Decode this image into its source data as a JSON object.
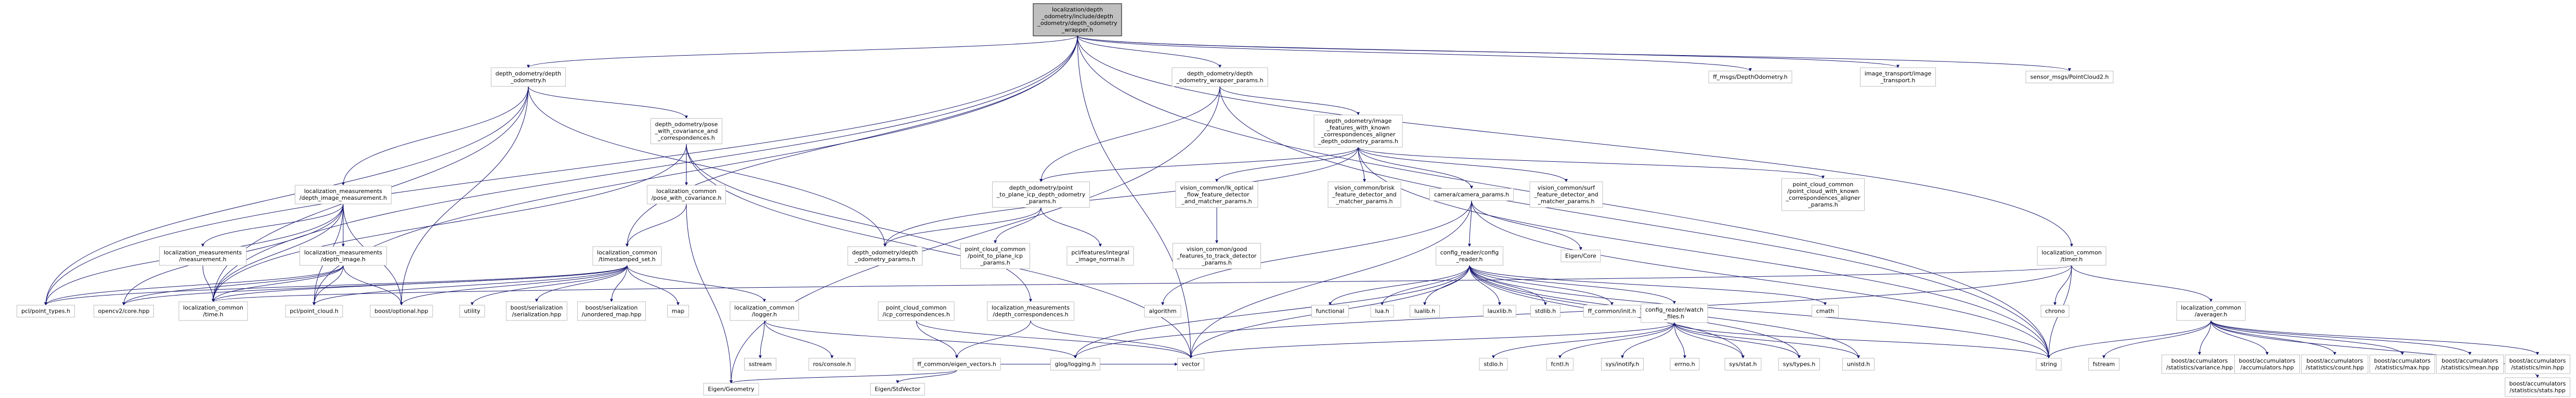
{
  "graph": {
    "colors": {
      "node_fill": "#ffffff",
      "node_stroke": "#bfbfbf",
      "root_fill": "#bfbfbf",
      "root_stroke": "#000000",
      "edge": "#191970",
      "text": "#000000"
    },
    "root": "localization/depth_odometry/include/depth_odometry/depth_odometry_wrapper.h",
    "nodes": [
      {
        "id": "root",
        "lines": [
          "localization/depth",
          "_odometry/include/depth",
          "_odometry/depth_odometry",
          "_wrapper.h"
        ],
        "root": true
      },
      {
        "id": "do_h",
        "lines": [
          "depth_odometry/depth",
          "_odometry.h"
        ]
      },
      {
        "id": "dowp_h",
        "lines": [
          "depth_odometry/depth",
          "_odometry_wrapper_params.h"
        ]
      },
      {
        "id": "ff_msgs",
        "lines": [
          "ff_msgs/DepthOdometry.h"
        ]
      },
      {
        "id": "img_transport",
        "lines": [
          "image_transport/image",
          "_transport.h"
        ]
      },
      {
        "id": "pc2",
        "lines": [
          "sensor_msgs/PointCloud2.h"
        ]
      },
      {
        "id": "pose_cov_corr",
        "lines": [
          "depth_odometry/pose",
          "_with_covariance_and",
          "_correspondences.h"
        ]
      },
      {
        "id": "ifwkca",
        "lines": [
          "depth_odometry/image",
          "_features_with_known",
          "_correspondences_aligner",
          "_depth_odometry_params.h"
        ]
      },
      {
        "id": "lm_dim",
        "lines": [
          "localization_measurements",
          "/depth_image_measurement.h"
        ]
      },
      {
        "id": "lc_pose_cov",
        "lines": [
          "localization_common",
          "/pose_with_covariance.h"
        ]
      },
      {
        "id": "ptp_icp",
        "lines": [
          "depth_odometry/point",
          "_to_plane_icp_depth_odometry",
          "_params.h"
        ]
      },
      {
        "id": "lk",
        "lines": [
          "vision_common/lk_optical",
          "_flow_feature_detector",
          "_and_matcher_params.h"
        ]
      },
      {
        "id": "brisk",
        "lines": [
          "vision_common/brisk",
          "_feature_detector_and",
          "_matcher_params.h"
        ]
      },
      {
        "id": "cam_params",
        "lines": [
          "camera/camera_params.h"
        ]
      },
      {
        "id": "surf",
        "lines": [
          "vision_common/surf",
          "_feature_detector_and",
          "_matcher_params.h"
        ]
      },
      {
        "id": "pcc_aligner",
        "lines": [
          "point_cloud_common",
          "/point_cloud_with_known",
          "_correspondences_aligner",
          "_params.h"
        ]
      },
      {
        "id": "lm_meas",
        "lines": [
          "localization_measurements",
          "/measurement.h"
        ]
      },
      {
        "id": "lm_dimg",
        "lines": [
          "localization_measurements",
          "/depth_image.h"
        ]
      },
      {
        "id": "lc_tss",
        "lines": [
          "localization_common",
          "/timestamped_set.h"
        ]
      },
      {
        "id": "do_params",
        "lines": [
          "depth_odometry/depth",
          "_odometry_params.h"
        ]
      },
      {
        "id": "pcc_ptp",
        "lines": [
          "point_cloud_common",
          "/point_to_plane_icp",
          "_params.h"
        ]
      },
      {
        "id": "pcl_integral",
        "lines": [
          "pcl/features/integral",
          "_image_normal.h"
        ]
      },
      {
        "id": "good_feat",
        "lines": [
          "vision_common/good",
          "_features_to_track_detector",
          "_params.h"
        ]
      },
      {
        "id": "cfg_reader",
        "lines": [
          "config_reader/config",
          "_reader.h"
        ]
      },
      {
        "id": "eigen_core",
        "lines": [
          "Eigen/Core"
        ]
      },
      {
        "id": "lc_timer",
        "lines": [
          "localization_common",
          "/timer.h"
        ]
      },
      {
        "id": "pcl_types",
        "lines": [
          "pcl/point_types.h"
        ]
      },
      {
        "id": "opencv",
        "lines": [
          "opencv2/core.hpp"
        ]
      },
      {
        "id": "lc_time",
        "lines": [
          "localization_common",
          "/time.h"
        ]
      },
      {
        "id": "pcl_cloud",
        "lines": [
          "pcl/point_cloud.h"
        ]
      },
      {
        "id": "boost_opt",
        "lines": [
          "boost/optional.hpp"
        ]
      },
      {
        "id": "utility",
        "lines": [
          "utility"
        ]
      },
      {
        "id": "bser",
        "lines": [
          "boost/serialization",
          "/serialization.hpp"
        ]
      },
      {
        "id": "bunord",
        "lines": [
          "boost/serialization",
          "/unordered_map.hpp"
        ]
      },
      {
        "id": "map",
        "lines": [
          "map"
        ]
      },
      {
        "id": "lc_logger",
        "lines": [
          "localization_common",
          "/logger.h"
        ]
      },
      {
        "id": "pcc_icp_corr",
        "lines": [
          "point_cloud_common",
          "/icp_correspondences.h"
        ]
      },
      {
        "id": "lm_dcorr",
        "lines": [
          "localization_measurements",
          "/depth_correspondences.h"
        ]
      },
      {
        "id": "algorithm",
        "lines": [
          "algorithm"
        ]
      },
      {
        "id": "functional",
        "lines": [
          "functional"
        ]
      },
      {
        "id": "lua",
        "lines": [
          "lua.h"
        ]
      },
      {
        "id": "lualib",
        "lines": [
          "lualib.h"
        ]
      },
      {
        "id": "lauxlib",
        "lines": [
          "lauxlib.h"
        ]
      },
      {
        "id": "stdlib",
        "lines": [
          "stdlib.h"
        ]
      },
      {
        "id": "ff_init",
        "lines": [
          "ff_common/init.h"
        ]
      },
      {
        "id": "cmath",
        "lines": [
          "cmath"
        ]
      },
      {
        "id": "chrono",
        "lines": [
          "chrono"
        ]
      },
      {
        "id": "lc_averager",
        "lines": [
          "localization_common",
          "/averager.h"
        ]
      },
      {
        "id": "cfg_watch",
        "lines": [
          "config_reader/watch",
          "_files.h"
        ]
      },
      {
        "id": "sstream",
        "lines": [
          "sstream"
        ]
      },
      {
        "id": "ros_console",
        "lines": [
          "ros/console.h"
        ]
      },
      {
        "id": "ffc_eigen",
        "lines": [
          "ff_common/eigen_vectors.h"
        ]
      },
      {
        "id": "glog",
        "lines": [
          "glog/logging.h"
        ]
      },
      {
        "id": "vector",
        "lines": [
          "vector"
        ]
      },
      {
        "id": "stdio",
        "lines": [
          "stdio.h"
        ]
      },
      {
        "id": "fcntl",
        "lines": [
          "fcntl.h"
        ]
      },
      {
        "id": "inotify",
        "lines": [
          "sys/inotify.h"
        ]
      },
      {
        "id": "errno",
        "lines": [
          "errno.h"
        ]
      },
      {
        "id": "sys_stat",
        "lines": [
          "sys/stat.h"
        ]
      },
      {
        "id": "sys_types",
        "lines": [
          "sys/types.h"
        ]
      },
      {
        "id": "unistd",
        "lines": [
          "unistd.h"
        ]
      },
      {
        "id": "string",
        "lines": [
          "string"
        ]
      },
      {
        "id": "fstream",
        "lines": [
          "fstream"
        ]
      },
      {
        "id": "acc_var",
        "lines": [
          "boost/accumulators",
          "/statistics/variance.hpp"
        ]
      },
      {
        "id": "acc_main",
        "lines": [
          "boost/accumulators",
          "/accumulators.hpp"
        ]
      },
      {
        "id": "acc_count",
        "lines": [
          "boost/accumulators",
          "/statistics/count.hpp"
        ]
      },
      {
        "id": "acc_max",
        "lines": [
          "boost/accumulators",
          "/statistics/max.hpp"
        ]
      },
      {
        "id": "acc_mean",
        "lines": [
          "boost/accumulators",
          "/statistics/mean.hpp"
        ]
      },
      {
        "id": "acc_min",
        "lines": [
          "boost/accumulators",
          "/statistics/min.hpp"
        ]
      },
      {
        "id": "acc_stats",
        "lines": [
          "boost/accumulators",
          "/statistics/stats.hpp"
        ]
      },
      {
        "id": "eigen_geom",
        "lines": [
          "Eigen/Geometry"
        ]
      },
      {
        "id": "eigen_stdvec",
        "lines": [
          "Eigen/StdVector"
        ]
      }
    ],
    "edges": [
      [
        "root",
        "do_h"
      ],
      [
        "root",
        "dowp_h"
      ],
      [
        "root",
        "ff_msgs"
      ],
      [
        "root",
        "img_transport"
      ],
      [
        "root",
        "pc2"
      ],
      [
        "root",
        "lc_timer"
      ],
      [
        "root",
        "lc_tss"
      ],
      [
        "root",
        "lc_time"
      ],
      [
        "root",
        "pcl_types"
      ],
      [
        "root",
        "pcl_cloud"
      ],
      [
        "root",
        "vector"
      ],
      [
        "root",
        "string"
      ],
      [
        "do_h",
        "pose_cov_corr"
      ],
      [
        "do_h",
        "lm_dim"
      ],
      [
        "do_h",
        "do_params"
      ],
      [
        "do_h",
        "lc_time"
      ],
      [
        "do_h",
        "boost_opt"
      ],
      [
        "do_h",
        "pcl_types"
      ],
      [
        "dowp_h",
        "ifwkca"
      ],
      [
        "dowp_h",
        "ptp_icp"
      ],
      [
        "dowp_h",
        "eigen_geom"
      ],
      [
        "dowp_h",
        "string"
      ],
      [
        "ifwkca",
        "do_params"
      ],
      [
        "ifwkca",
        "lk"
      ],
      [
        "ifwkca",
        "brisk"
      ],
      [
        "ifwkca",
        "cam_params"
      ],
      [
        "ifwkca",
        "surf"
      ],
      [
        "ifwkca",
        "pcc_aligner"
      ],
      [
        "ifwkca",
        "ptp_icp"
      ],
      [
        "ifwkca",
        "string"
      ],
      [
        "pose_cov_corr",
        "lc_pose_cov"
      ],
      [
        "pose_cov_corr",
        "lc_time"
      ],
      [
        "pose_cov_corr",
        "vector"
      ],
      [
        "pose_cov_corr",
        "lm_dcorr"
      ],
      [
        "lc_pose_cov",
        "lc_tss"
      ],
      [
        "lc_pose_cov",
        "eigen_geom"
      ],
      [
        "lm_dim",
        "lm_meas"
      ],
      [
        "lm_dim",
        "lm_dimg"
      ],
      [
        "lm_dim",
        "pcl_types"
      ],
      [
        "lm_dim",
        "opencv"
      ],
      [
        "lm_dim",
        "lc_time"
      ],
      [
        "lm_dim",
        "pcl_cloud"
      ],
      [
        "lm_dim",
        "boost_opt"
      ],
      [
        "lm_meas",
        "lc_time"
      ],
      [
        "lm_dimg",
        "opencv"
      ],
      [
        "lm_dimg",
        "pcl_cloud"
      ],
      [
        "lm_dimg",
        "lc_time"
      ],
      [
        "lm_dimg",
        "pcl_types"
      ],
      [
        "lm_dimg",
        "boost_opt"
      ],
      [
        "ptp_icp",
        "pcc_ptp"
      ],
      [
        "ptp_icp",
        "pcl_integral"
      ],
      [
        "ptp_icp",
        "do_params"
      ],
      [
        "lk",
        "good_feat"
      ],
      [
        "cam_params",
        "cfg_reader"
      ],
      [
        "cam_params",
        "eigen_core"
      ],
      [
        "cam_params",
        "vector"
      ],
      [
        "cam_params",
        "string"
      ],
      [
        "cam_params",
        "algorithm"
      ],
      [
        "lc_tss",
        "lc_logger"
      ],
      [
        "lc_tss",
        "lc_time"
      ],
      [
        "lc_tss",
        "boost_opt"
      ],
      [
        "lc_tss",
        "utility"
      ],
      [
        "lc_tss",
        "bser"
      ],
      [
        "lc_tss",
        "bunord"
      ],
      [
        "lc_tss",
        "map"
      ],
      [
        "lc_tss",
        "pcl_types"
      ],
      [
        "lc_tss",
        "opencv"
      ],
      [
        "lc_tss",
        "pcl_cloud"
      ],
      [
        "lc_logger",
        "sstream"
      ],
      [
        "lc_logger",
        "ros_console"
      ],
      [
        "lc_logger",
        "glog"
      ],
      [
        "pcc_icp_corr",
        "ffc_eigen"
      ],
      [
        "pcc_icp_corr",
        "vector"
      ],
      [
        "lm_dcorr",
        "ffc_eigen"
      ],
      [
        "lm_dcorr",
        "vector"
      ],
      [
        "ffc_eigen",
        "eigen_geom"
      ],
      [
        "ffc_eigen",
        "eigen_stdvec"
      ],
      [
        "ffc_eigen",
        "vector"
      ],
      [
        "cfg_reader",
        "functional"
      ],
      [
        "cfg_reader",
        "lua"
      ],
      [
        "cfg_reader",
        "lualib"
      ],
      [
        "cfg_reader",
        "lauxlib"
      ],
      [
        "cfg_reader",
        "stdlib"
      ],
      [
        "cfg_reader",
        "ff_init"
      ],
      [
        "cfg_reader",
        "cfg_watch"
      ],
      [
        "cfg_reader",
        "cmath"
      ],
      [
        "cfg_reader",
        "string"
      ],
      [
        "cfg_reader",
        "vector"
      ],
      [
        "cfg_reader",
        "glog"
      ],
      [
        "cfg_reader",
        "sys_stat"
      ],
      [
        "cfg_reader",
        "sys_types"
      ],
      [
        "cfg_reader",
        "unistd"
      ],
      [
        "cfg_watch",
        "stdio"
      ],
      [
        "cfg_watch",
        "fcntl"
      ],
      [
        "cfg_watch",
        "inotify"
      ],
      [
        "cfg_watch",
        "errno"
      ],
      [
        "cfg_watch",
        "sys_stat"
      ],
      [
        "cfg_watch",
        "sys_types"
      ],
      [
        "cfg_watch",
        "unistd"
      ],
      [
        "cfg_watch",
        "string"
      ],
      [
        "cfg_watch",
        "vector"
      ],
      [
        "lc_timer",
        "lc_time"
      ],
      [
        "lc_timer",
        "lc_averager"
      ],
      [
        "lc_timer",
        "chrono"
      ],
      [
        "lc_timer",
        "string"
      ],
      [
        "lc_timer",
        "glog"
      ],
      [
        "lc_averager",
        "string"
      ],
      [
        "lc_averager",
        "fstream"
      ],
      [
        "lc_averager",
        "acc_var"
      ],
      [
        "lc_averager",
        "acc_main"
      ],
      [
        "lc_averager",
        "acc_count"
      ],
      [
        "lc_averager",
        "acc_max"
      ],
      [
        "lc_averager",
        "acc_mean"
      ],
      [
        "lc_averager",
        "acc_min"
      ],
      [
        "lc_averager",
        "acc_stats"
      ]
    ]
  }
}
